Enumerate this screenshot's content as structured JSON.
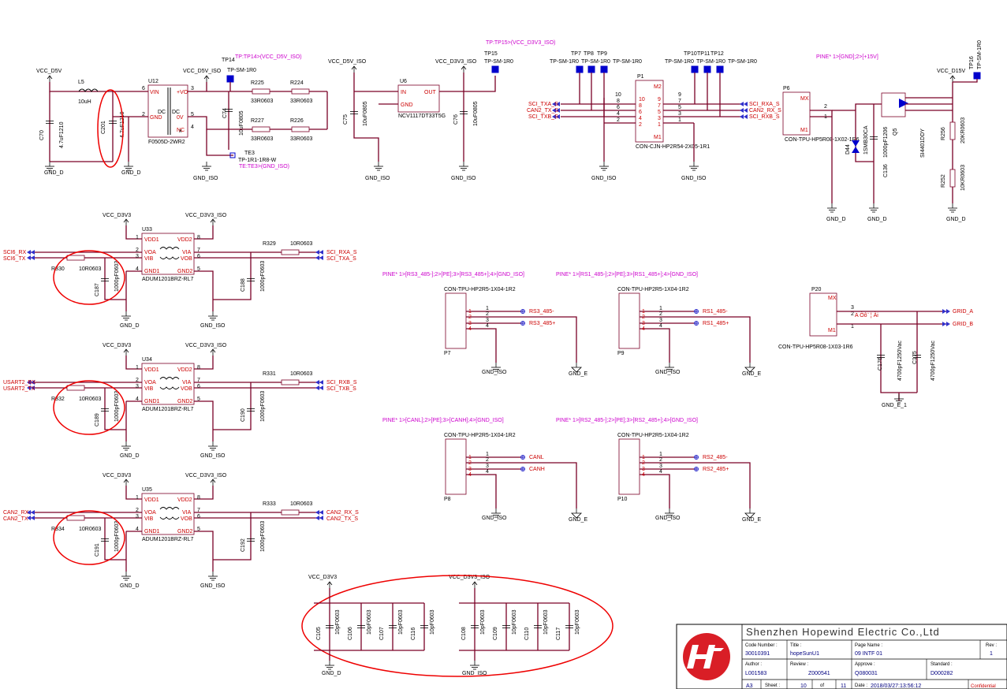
{
  "top": {
    "net_vcc_d5v": "VCC_D5V",
    "l5": {
      "ref": "L5",
      "value": "10uH"
    },
    "c70": {
      "ref": "C70",
      "value": "4.7uF1210"
    },
    "c201": {
      "ref": "C201",
      "value": "4.7uF1210"
    },
    "gnd_d": "GND_D",
    "u12": {
      "ref": "U12",
      "part": "F0505D-2WR2",
      "vin": "VIN",
      "gnd": "GND",
      "vo": "+VO",
      "ov": "0V",
      "nc": "NC",
      "dc1": "DC",
      "dc2": "DC"
    },
    "net_vcc_d5v_iso": "VCC_D5V_ISO",
    "tp14": {
      "ref": "TP14",
      "part": "TP-SM-1R0",
      "text": "TP:TP14>(VCC_D5V_ISO)"
    },
    "c74": {
      "ref": "C74",
      "value": "10uF0805"
    },
    "r225": {
      "ref": "R225",
      "value": "33R0603"
    },
    "r224": {
      "ref": "R224",
      "value": "33R0603"
    },
    "r227": {
      "ref": "R227",
      "value": "33R0603"
    },
    "r226": {
      "ref": "R226",
      "value": "33R0603"
    },
    "te3": {
      "ref": "TE3",
      "part": "TP-1R1-1R8-W",
      "text": "TE:TE3>(GND_ISO)"
    },
    "gnd_iso": "GND_ISO",
    "u6": {
      "ref": "U6",
      "part": "NCV1117DT33T5G",
      "in": "IN",
      "out": "OUT",
      "gnd": "GND"
    },
    "c75": {
      "ref": "C75",
      "value": "10uF0805"
    },
    "c76": {
      "ref": "C76",
      "value": "10uF0805"
    },
    "net_vcc_d3v3_iso": "VCC_D3V3_ISO",
    "tp15": {
      "ref": "TP15",
      "part": "TP-SM-1R0",
      "text": "TP:TP15>(VCC_D3V3_ISO)"
    },
    "tp_mid": [
      "TP7",
      "TP8",
      "TP9"
    ],
    "tp_right": [
      "TP10",
      "TP11",
      "TP12"
    ],
    "tp_part": "TP-SM-1R0",
    "p1": {
      "ref": "P1",
      "part": "CON-CJN-HP2R54-2X05-1R1",
      "m2": "M2",
      "m1": "M1"
    },
    "p1_left_nets": [
      "SCI_TXA_S",
      "CAN2_TX_S",
      "SCI_TXB_S"
    ],
    "p1_right_nets": [
      "SCI_RXA_S",
      "CAN2_RX_S",
      "SCI_RXB_S"
    ],
    "p6": {
      "ref": "P6",
      "part": "CON-TPU-HP5R08-1X02-1R6",
      "pine": "PINE* 1>[GND];2>[+15V]",
      "mx": "MX",
      "m1": "M1"
    },
    "d44": {
      "ref": "D44",
      "part": "1SMB30CA"
    },
    "c136": {
      "ref": "C136",
      "value": "1000pF1206"
    },
    "q5": {
      "ref": "Q5",
      "part": "SI4401DDY"
    },
    "r256": {
      "ref": "R256",
      "value": "20KR0603"
    },
    "r252": {
      "ref": "R252",
      "value": "10KR0603"
    },
    "net_vcc_d15v": "VCC_D15V",
    "tp16": {
      "ref": "TP16",
      "part": "TP-SM-1R0"
    }
  },
  "iso": [
    {
      "uref": "U33",
      "part": "ADUM1201BRZ-RL7",
      "in_nets": [
        "SCI6_RX",
        "SCI6_TX"
      ],
      "out_nets": [
        "SCI_RXA_S",
        "SCI_TXA_S"
      ],
      "r_in": {
        "ref": "R330",
        "value": "10R0603"
      },
      "r_out": {
        "ref": "R329",
        "value": "10R0603"
      },
      "c_in": {
        "ref": "C187",
        "value": "1000pF0603"
      },
      "c_out": {
        "ref": "C188",
        "value": "1000pF0603"
      }
    },
    {
      "uref": "U34",
      "part": "ADUM1201BRZ-RL7",
      "in_nets": [
        "USART2_RX",
        "USART2_TX"
      ],
      "out_nets": [
        "SCI_RXB_S",
        "SCI_TXB_S"
      ],
      "r_in": {
        "ref": "R332",
        "value": "10R0603"
      },
      "r_out": {
        "ref": "R331",
        "value": "10R0603"
      },
      "c_in": {
        "ref": "C189",
        "value": "1000pF0603"
      },
      "c_out": {
        "ref": "C190",
        "value": "1000pF0603"
      }
    },
    {
      "uref": "U35",
      "part": "ADUM1201BRZ-RL7",
      "in_nets": [
        "CAN2_RX",
        "CAN2_TX"
      ],
      "out_nets": [
        "CAN2_RX_S",
        "CAN2_TX_S"
      ],
      "r_in": {
        "ref": "R334",
        "value": "10R0603"
      },
      "r_out": {
        "ref": "R333",
        "value": "10R0603"
      },
      "c_in": {
        "ref": "C191",
        "value": "1000pF0603"
      },
      "c_out": {
        "ref": "C192",
        "value": "1000pF0603"
      }
    }
  ],
  "iso_pins": {
    "vdd1": "VDD1",
    "vdd2": "VDD2",
    "voa": "VOA",
    "vib": "VIB",
    "gnd1": "GND1",
    "via": "VIA",
    "vob": "VOB",
    "gnd2": "GND2"
  },
  "net_vcc_d3v3": "VCC_D3V3",
  "connectors": [
    {
      "ref": "P7",
      "part": "CON-TPU-HP2R5-1X04-1R2",
      "pine": "PINE* 1>[RS3_485-];2>[PE];3>[RS3_485+];4>[GND_ISO]",
      "net_a": "RS3_485-",
      "net_b": "RS3_485+"
    },
    {
      "ref": "P9",
      "part": "CON-TPU-HP2R5-1X04-1R2",
      "pine": "PINE* 1>[RS1_485-];2>[PE];3>[RS1_485+];4>[GND_ISO]",
      "net_a": "RS1_485-",
      "net_b": "RS1_485+"
    },
    {
      "ref": "P8",
      "part": "CON-TPU-HP2R5-1X04-1R2",
      "pine": "PINE* 1>[CANL];2>[PE];3>[CANH];4>[GND_ISO]",
      "net_a": "CANL",
      "net_b": "CANH"
    },
    {
      "ref": "P10",
      "part": "CON-TPU-HP2R5-1X04-1R2",
      "pine": "PINE* 1>[RS2_485-];2>[PE];3>[RS2_485+];4>[GND_ISO]",
      "net_a": "RS2_485-",
      "net_b": "RS2_485+"
    }
  ],
  "gnd_e": "GND_E",
  "p20": {
    "ref": "P20",
    "part": "CON-TPU-HP5R08-1X03-1R6",
    "garble": "A Òô¨ ¦ Ài",
    "grid_a": "GRID_A",
    "grid_b": "GRID_B",
    "c176": {
      "ref": "C176",
      "value": "4700pF1250Vac"
    },
    "c175": {
      "ref": "C175",
      "value": "4700pF1250Vac"
    },
    "gnd_e_1": "GND_E_1"
  },
  "decoupling": {
    "left": [
      {
        "ref": "C105"
      },
      {
        "ref": "C106"
      },
      {
        "ref": "C107"
      },
      {
        "ref": "C116"
      }
    ],
    "right": [
      {
        "ref": "C108"
      },
      {
        "ref": "C109"
      },
      {
        "ref": "C110"
      },
      {
        "ref": "C117"
      }
    ],
    "value": "10pF0603"
  },
  "title_block": {
    "company": "Shenzhen Hopewind Electric Co.,Ltd",
    "code_number_label": "Code Number :",
    "code_number": "30010391",
    "title_label": "Title :",
    "title": "hopeSunU1",
    "page_name_label": "Page Name :",
    "page_name": "09 INTF 01",
    "rev_label": "Rev :",
    "rev": "1",
    "author_label": "Author :",
    "author": "L001583",
    "review_label": "Review :",
    "review": "Z000541",
    "approve_label": "Approve :",
    "approve": "Q080031",
    "standard_label": "Standard :",
    "standard": "D000282",
    "size": "A3",
    "sheet_label": "Sheet :",
    "sheet": "10",
    "of_label": "of",
    "of": "11",
    "date_label": "Date :",
    "date": "2018/03/27:13:56:12",
    "confidential": "Confidential"
  },
  "colors": {
    "wire": "#7a0026",
    "net_label": "#cc0000",
    "annotation": "#cc00cc",
    "highlight": "#ee0000",
    "testpoint": "#0000cc",
    "logo": "#d91e26"
  }
}
